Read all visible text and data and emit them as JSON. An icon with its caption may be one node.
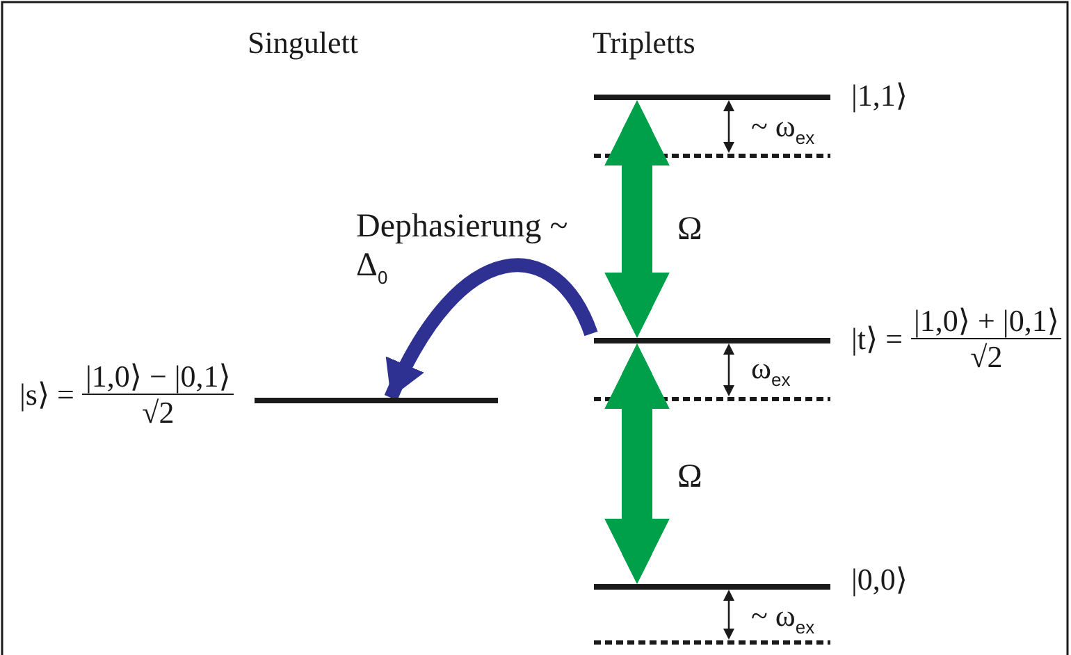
{
  "diagram": {
    "nodes": [
      {
        "text": [],
        "shape": "bar",
        "beside": [
          "|1,1⟩"
        ]
      },
      {
        "text": [],
        "shape": "bar",
        "beside": [
          "|t⟩ =",
          "|1,0⟩ + |0,1⟩",
          "√2"
        ]
      },
      {
        "text": [],
        "shape": "bar",
        "beside": [
          "|s⟩ =",
          "|1,0⟩ − |0,1⟩",
          "√2"
        ]
      },
      {
        "text": [],
        "shape": "bar",
        "beside": [
          "|0,0⟩"
        ]
      }
    ],
    "edges": [
      {
        "from": 0,
        "to": 1,
        "arrow": "both",
        "label": "Ω"
      },
      {
        "from": 1,
        "to": 2,
        "arrow": "to",
        "label": "Dephasierung ~ Δ$_{0}$",
        "color": "#2e3192"
      },
      {
        "from": 1,
        "to": 3,
        "arrow": "both",
        "label": "Ω"
      }
    ],
    "labels": [
      "Singulett",
      "Tripletts",
      "~ ω$_{ex}$",
      "ω$_{ex}$",
      "~ ω$_{ex}$"
    ]
  }
}
